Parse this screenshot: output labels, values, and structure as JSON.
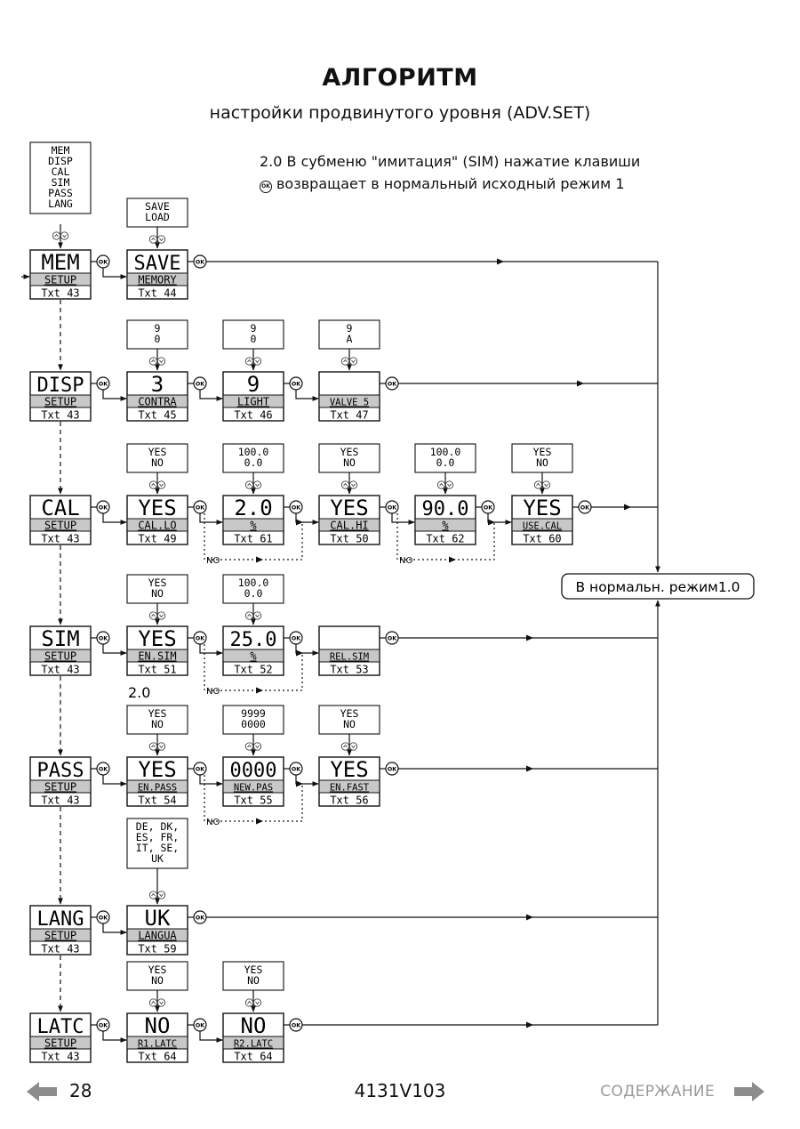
{
  "header": {
    "title": "АЛГОРИТМ",
    "subtitle": "настройки продвинутого уровня (ADV.SET)"
  },
  "note": {
    "line1": "2.0 В субменю \"имитация\" (SIM) нажатие клавиши",
    "line2": "возвращает в нормальный исходный режим 1",
    "key_icon": "ok-key-icon"
  },
  "menu_list": [
    "MEM",
    "DISP",
    "CAL",
    "SIM",
    "PASS",
    "LANG"
  ],
  "menus": [
    {
      "id": "mem",
      "value": "MEM",
      "label": "SETUP",
      "txt": "Txt 43"
    },
    {
      "id": "disp",
      "value": "DISP",
      "label": "SETUP",
      "txt": "Txt 43"
    },
    {
      "id": "cal",
      "value": "CAL",
      "label": "SETUP",
      "txt": "Txt 43"
    },
    {
      "id": "sim",
      "value": "SIM",
      "label": "SETUP",
      "txt": "Txt 43"
    },
    {
      "id": "pass",
      "value": "PASS",
      "label": "SETUP",
      "txt": "Txt 43"
    },
    {
      "id": "lang",
      "value": "LANG",
      "label": "SETUP",
      "txt": "Txt 43"
    },
    {
      "id": "latc",
      "value": "LATC",
      "label": "SETUP",
      "txt": "Txt 43"
    }
  ],
  "screens": [
    {
      "id": "mem-memory",
      "value": "SAVE",
      "label": "MEMORY",
      "txt": "Txt 44",
      "options": [
        "SAVE",
        "LOAD"
      ]
    },
    {
      "id": "disp-contra",
      "value": "3",
      "label": "CONTRA",
      "txt": "Txt 45",
      "options": [
        "9",
        "0"
      ]
    },
    {
      "id": "disp-light",
      "value": "9",
      "label": "LIGHT",
      "txt": "Txt 46",
      "options": [
        "9",
        "0"
      ]
    },
    {
      "id": "disp-valve",
      "value": "",
      "label": "VALVE 5",
      "txt": "Txt 47",
      "options": [
        "9",
        "A"
      ]
    },
    {
      "id": "cal-lo",
      "value": "YES",
      "label": "CAL.LO",
      "txt": "Txt 49",
      "options": [
        "YES",
        "NO"
      ]
    },
    {
      "id": "cal-lo-pct",
      "value": "2.0",
      "label": "%",
      "txt": "Txt 61",
      "options": [
        "100.0",
        "0.0"
      ]
    },
    {
      "id": "cal-hi",
      "value": "YES",
      "label": "CAL.HI",
      "txt": "Txt 50",
      "options": [
        "YES",
        "NO"
      ]
    },
    {
      "id": "cal-hi-pct",
      "value": "90.0",
      "label": "%",
      "txt": "Txt 62",
      "options": [
        "100.0",
        "0.0"
      ]
    },
    {
      "id": "cal-use",
      "value": "YES",
      "label": "USE.CAL",
      "txt": "Txt 60",
      "options": [
        "YES",
        "NO"
      ]
    },
    {
      "id": "sim-en",
      "value": "YES",
      "label": "EN.SIM",
      "txt": "Txt 51",
      "options": [
        "YES",
        "NO"
      ]
    },
    {
      "id": "sim-pct",
      "value": "25.0",
      "label": "%",
      "txt": "Txt 52",
      "options": [
        "100.0",
        "0.0"
      ]
    },
    {
      "id": "sim-rel",
      "value": "",
      "label": "REL.SIM",
      "txt": "Txt 53",
      "options": []
    },
    {
      "id": "pass-en",
      "value": "YES",
      "label": "EN.PASS",
      "txt": "Txt 54",
      "options": [
        "YES",
        "NO"
      ]
    },
    {
      "id": "pass-new",
      "value": "0000",
      "label": "NEW.PAS",
      "txt": "Txt 55",
      "options": [
        "9999",
        "0000"
      ]
    },
    {
      "id": "pass-fast",
      "value": "YES",
      "label": "EN.FAST",
      "txt": "Txt 56",
      "options": [
        "YES",
        "NO"
      ]
    },
    {
      "id": "lang-langua",
      "value": "UK",
      "label": "LANGUA",
      "txt": "Txt 59",
      "options": [
        "DE, DK,",
        "ES, FR,",
        "IT, SE,",
        "UK"
      ]
    },
    {
      "id": "latc-r1",
      "value": "NO",
      "label": "R1.LATC",
      "txt": "Txt 64",
      "options": [
        "YES",
        "NO"
      ]
    },
    {
      "id": "latc-r2",
      "value": "NO",
      "label": "R2.LATC",
      "txt": "Txt 64",
      "options": [
        "YES",
        "NO"
      ]
    }
  ],
  "branch_label": "NO",
  "sim_note_label": "2.0",
  "ok_label": "OK",
  "normal_mode": "В нормальн. режим1.0",
  "footer": {
    "page": "28",
    "code": "4131V103",
    "toc": "СОДЕРЖАНИЕ",
    "prev_icon": "arrow-left-icon",
    "next_icon": "arrow-right-icon"
  },
  "colors": {
    "label_band": "#c8c8c8",
    "line": "#111111",
    "toc": "#9a9a9a"
  }
}
